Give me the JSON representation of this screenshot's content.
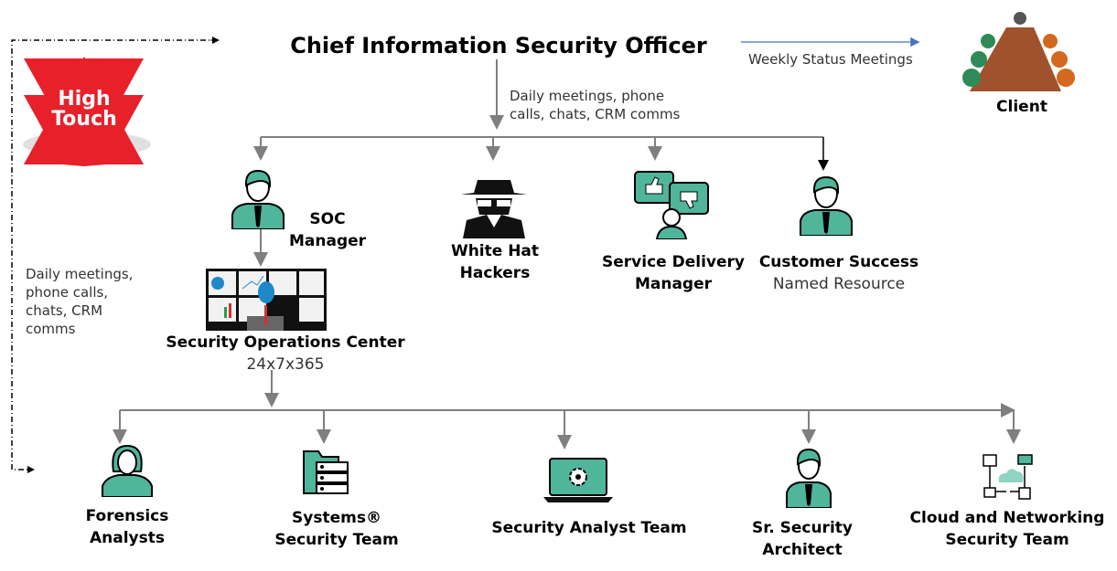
{
  "title": "Chief Information Security Officer",
  "badge": {
    "line1": "High",
    "line2": "Touch",
    "color": "#e8202a"
  },
  "weekly": "Weekly Status Meetings",
  "client": "Client",
  "ciso_comms": [
    "Daily meetings, phone",
    "calls, chats, CRM comms"
  ],
  "left_comms": [
    "Daily meetings,",
    "phone calls,",
    "chats, CRM",
    "comms"
  ],
  "soc_manager": [
    "SOC",
    "Manager"
  ],
  "white_hat": [
    "White Hat",
    "Hackers"
  ],
  "sdm": [
    "Service Delivery",
    "Manager"
  ],
  "cs": {
    "title": "Customer Success",
    "sub": "Named Resource"
  },
  "soc": {
    "title": "Security Operations Center",
    "sub": "24x7x365"
  },
  "teams": {
    "forensics": [
      "Forensics",
      "Analysts"
    ],
    "systems": [
      "Systems®",
      "Security Team"
    ],
    "analyst": "Security Analyst Team",
    "architect": [
      "Sr. Security",
      "Architect"
    ],
    "cloud": [
      "Cloud and Networking",
      "Security Team"
    ]
  },
  "colors": {
    "teal": "#4fb59b",
    "arrow": "#7f7f7f",
    "blue": "#4472c4"
  }
}
